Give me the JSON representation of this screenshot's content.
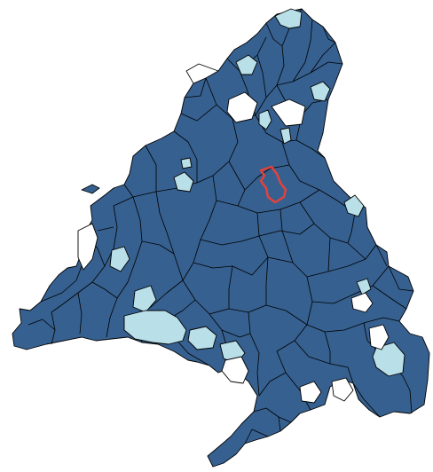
{
  "map": {
    "title": "",
    "colors": {
      "primary": "#36608f",
      "secondary": "#b9dfe8",
      "empty": "#ffffff",
      "border": "#000000",
      "highlight": "#e8413a"
    },
    "categories": [
      {
        "key": "primary",
        "color": "#36608f"
      },
      {
        "key": "secondary",
        "color": "#b9dfe8"
      },
      {
        "key": "empty",
        "color": "#ffffff"
      }
    ],
    "highlighted_region": {
      "category": "primary",
      "outline_color": "#e8413a"
    }
  }
}
